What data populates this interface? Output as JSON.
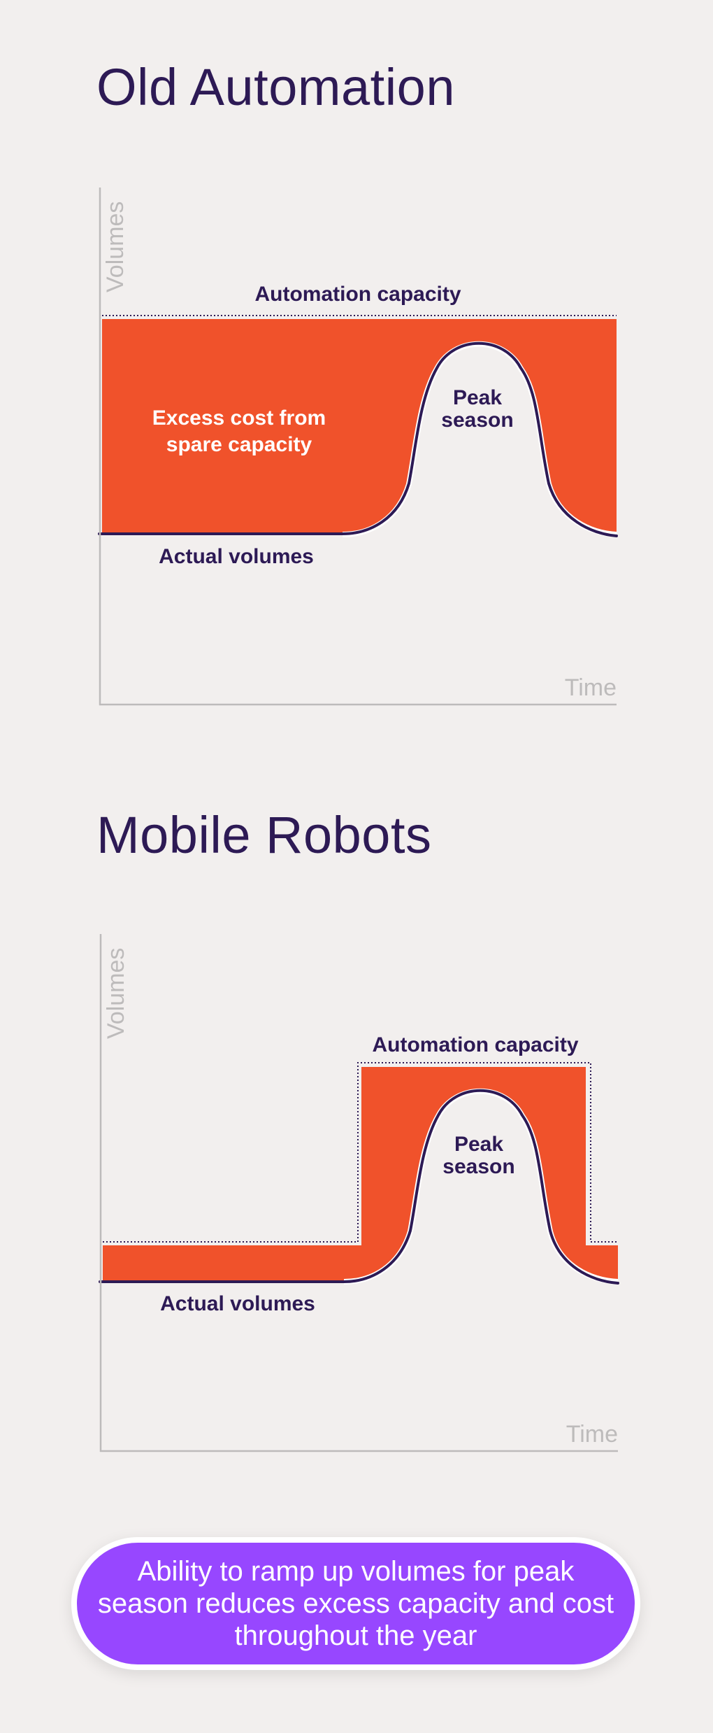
{
  "colors": {
    "background": "#f2efee",
    "navy": "#2d1a55",
    "excess_orange": "#f0522b",
    "axis_gray": "#bdbbbb",
    "callout_purple": "#9747ff",
    "callout_border": "#ffffff"
  },
  "sections": [
    {
      "title": "Old Automation",
      "y_axis_label": "Volumes",
      "x_axis_label": "Time",
      "capacity_label": "Automation capacity",
      "excess_label_line1": "Excess cost from",
      "excess_label_line2": "spare capacity",
      "peak_label_line1": "Peak",
      "peak_label_line2": "season",
      "actual_label": "Actual volumes"
    },
    {
      "title": "Mobile Robots",
      "y_axis_label": "Volumes",
      "x_axis_label": "Time",
      "capacity_label": "Automation capacity",
      "peak_label_line1": "Peak",
      "peak_label_line2": "season",
      "actual_label": "Actual volumes"
    }
  ],
  "callout": {
    "text": "Ability to ramp up volumes for peak season reduces excess capacity and cost throughout the year"
  },
  "chart_data": [
    {
      "type": "area",
      "title": "Old Automation",
      "xlabel": "Time",
      "ylabel": "Volumes",
      "grid": false,
      "x": [
        0,
        10,
        20,
        30,
        40,
        45,
        50,
        55,
        60,
        65,
        70,
        75,
        80,
        85,
        90,
        100
      ],
      "series": [
        {
          "name": "Automation capacity",
          "values": [
            100,
            100,
            100,
            100,
            100,
            100,
            100,
            100,
            100,
            100,
            100,
            100,
            100,
            100,
            100,
            100
          ]
        },
        {
          "name": "Actual volumes",
          "values": [
            0,
            0,
            0,
            0,
            0,
            3,
            15,
            30,
            70,
            90,
            90,
            70,
            30,
            8,
            2,
            0
          ]
        }
      ],
      "annotations": [
        "Excess cost from spare capacity",
        "Peak season",
        "Automation capacity",
        "Actual volumes"
      ]
    },
    {
      "type": "area",
      "title": "Mobile Robots",
      "xlabel": "Time",
      "ylabel": "Volumes",
      "grid": false,
      "x": [
        0,
        10,
        20,
        30,
        40,
        45,
        50,
        55,
        60,
        65,
        70,
        75,
        80,
        85,
        90,
        100
      ],
      "series": [
        {
          "name": "Automation capacity",
          "values": [
            17,
            17,
            17,
            17,
            17,
            17,
            100,
            100,
            100,
            100,
            100,
            100,
            100,
            100,
            17,
            17
          ]
        },
        {
          "name": "Actual volumes",
          "values": [
            0,
            0,
            0,
            0,
            0,
            3,
            15,
            30,
            70,
            90,
            90,
            70,
            30,
            8,
            2,
            0
          ]
        }
      ],
      "annotations": [
        "Peak season",
        "Automation capacity",
        "Actual volumes"
      ]
    }
  ]
}
